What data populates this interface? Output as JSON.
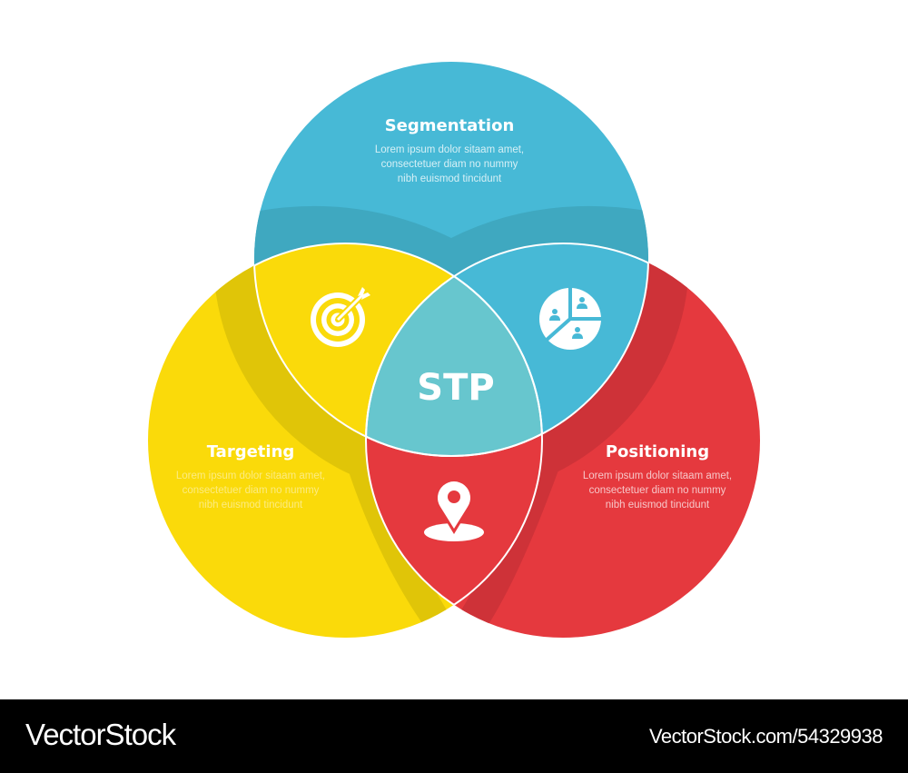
{
  "diagram": {
    "center_label": "STP",
    "colors": {
      "blue": "#47B9D6",
      "blue_shadow": "#3FA8C0",
      "yellow": "#FADA0A",
      "yellow_shadow": "#E0C508",
      "red": "#E5393E",
      "red_shadow": "#CE3238",
      "center": "#67C6CE",
      "stroke": "#ffffff"
    },
    "sections": [
      {
        "key": "segmentation",
        "title": "Segmentation",
        "text_lines": [
          "Lorem ipsum dolor sitaam amet,",
          "consectetuer diam no nummy",
          "nibh euismod tincidunt"
        ],
        "icon": "pie-chart-people-icon"
      },
      {
        "key": "targeting",
        "title": "Targeting",
        "text_lines": [
          "Lorem ipsum dolor sitaam amet,",
          "consectetuer diam no nummy",
          "nibh euismod tincidunt"
        ],
        "icon": "target-arrow-icon"
      },
      {
        "key": "positioning",
        "title": "Positioning",
        "text_lines": [
          "Lorem ipsum dolor sitaam amet,",
          "consectetuer diam no nummy",
          "nibh euismod tincidunt"
        ],
        "icon": "map-pin-icon"
      }
    ]
  },
  "footer": {
    "brand": "VectorStock",
    "link": "VectorStock.com/54329938"
  }
}
